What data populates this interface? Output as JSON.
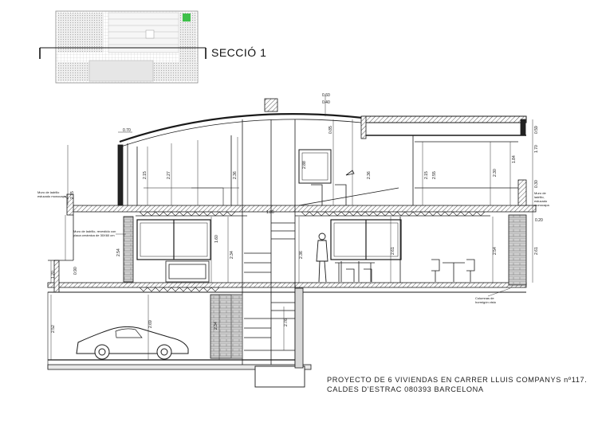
{
  "section_label": "SECCIÓ 1",
  "title_block": {
    "line1": "PROYECTO DE 6 VIVIENDAS EN CARRER LLUIS COMPANYS nº117.",
    "line2": "CALDES D'ESTRAC 080393 BARCELONA"
  },
  "annotations": {
    "wall_left_upper": [
      "Muro de ladrillo",
      "estucado monocapa"
    ],
    "wall_left_lower": [
      "Muro de ladrillo, revestido con",
      "placa cerámica de 30X60 cm"
    ],
    "wall_right_upper": [
      "Muro de",
      "ladrillo,",
      "estucado",
      "monocapa"
    ],
    "column_note": [
      "Columnas de",
      "hormigón visto"
    ]
  },
  "dimensions": {
    "top_a": "0.60",
    "top_b": "0.40",
    "left_roof": "0.70",
    "right_top": "0.59",
    "right_mid": "1.70",
    "right_1": "0.30",
    "right_2": "0.20",
    "right_3": "2.61",
    "left_upper": "2.15",
    "upper_a": "2.15",
    "upper_b": "2.27",
    "upper_c": "2.36",
    "upper_d": "0.85",
    "upper_e": "2.88",
    "upper_f": "2.36",
    "upper_g": "2.15",
    "upper_h": "2.55",
    "upper_i": "2.30",
    "upper_j": "1.84",
    "left_mid": "2.54",
    "mid_a": "1.60",
    "mid_b": "2.34",
    "mid_c": "2.36",
    "mid_d": "2.61",
    "mid_e": "2.54",
    "left_base": "1.20",
    "base_a": "0.90",
    "garage_a": "2.52",
    "garage_b": "2.69",
    "garage_c": "2.34",
    "garage_d": "2.76",
    "stair_a": "1.80"
  },
  "colors": {
    "line": "#1a1a1a",
    "green_marker": "#3ec04a",
    "hatch_gray": "#9a9a9a"
  }
}
